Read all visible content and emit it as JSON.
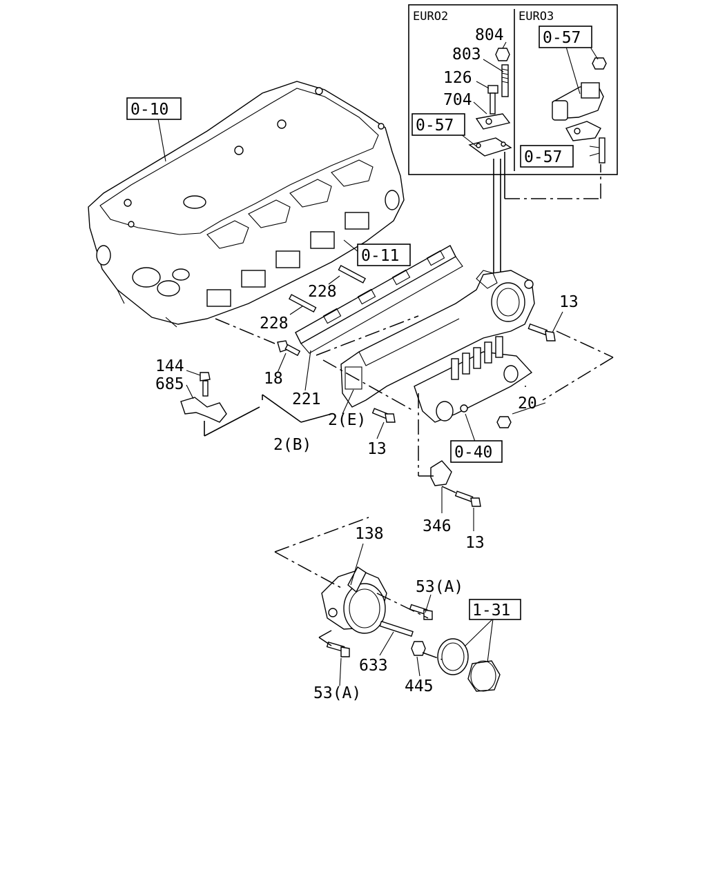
{
  "inset": {
    "left_header": "EURO2",
    "right_header": "EURO3"
  },
  "labels": {
    "p804": "804",
    "p803": "803",
    "p126": "126",
    "p704": "704",
    "p057_euro2": "0-57",
    "p057_euro3_top": "0-57",
    "p057_euro3_bottom": "0-57",
    "p010": "0-10",
    "p011": "0-11",
    "p228_upper": "228",
    "p228_lower": "228",
    "p13_right": "13",
    "p144": "144",
    "p685": "685",
    "p18": "18",
    "p221": "221",
    "p2E": "2(E)",
    "p2B": "2(B)",
    "p13_mid": "13",
    "p20": "20",
    "p040": "0-40",
    "p346": "346",
    "p13_low": "13",
    "p138": "138",
    "p53A_right": "53(A)",
    "p131": "1-31",
    "p633": "633",
    "p445": "445",
    "p53A_left": "53(A)"
  }
}
